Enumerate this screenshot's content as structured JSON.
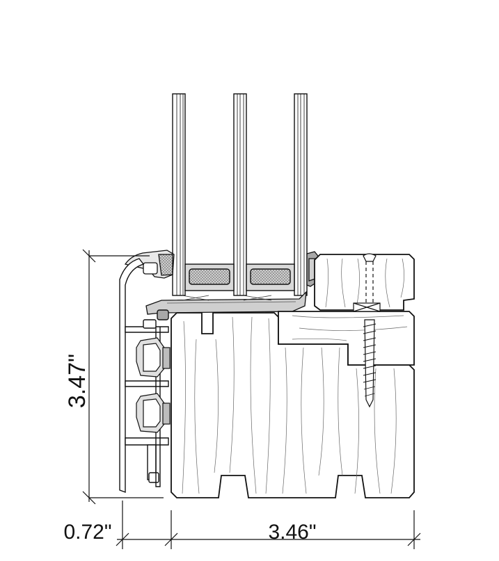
{
  "dimensions": {
    "height_label": "3.47\"",
    "left_width_label": "0.72\"",
    "right_width_label": "3.46\""
  },
  "colors": {
    "line": "#111111",
    "wood": "#ffffff",
    "grain": "#555555",
    "spacer_fill": "#d9d9d9",
    "gasket": "#9a9a9a",
    "glass_edge": "#444444",
    "dot_fill": "#bdbdbd"
  },
  "glazing": {
    "pane_count": 3,
    "spacer_count": 2
  }
}
